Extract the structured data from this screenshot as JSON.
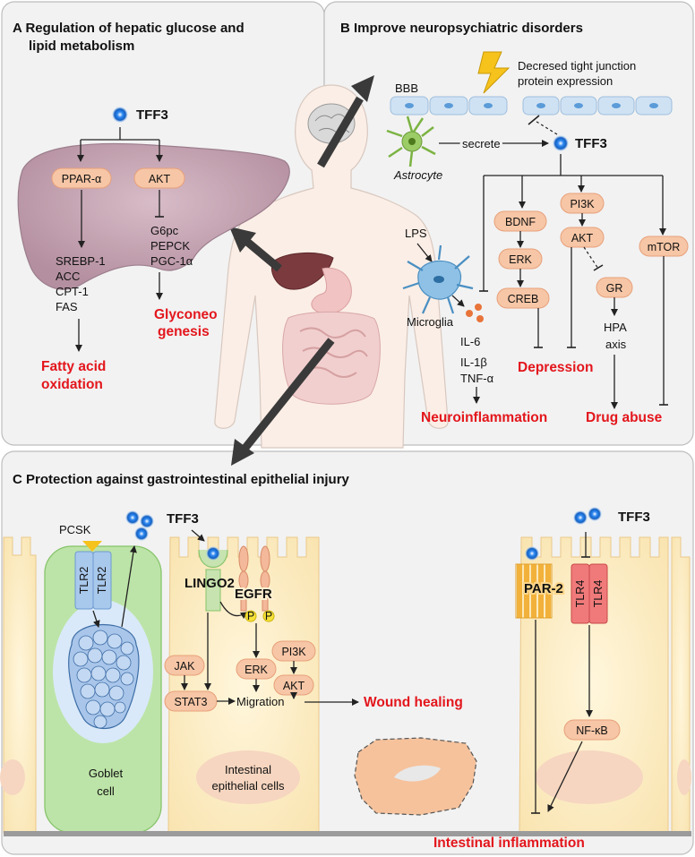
{
  "panelA": {
    "title_line1": "A   Regulation of hepatic glucose and",
    "title_line2": "lipid metabolism",
    "tff3": "TFF3",
    "ppar": "PPAR-α",
    "akt": "AKT",
    "lipid_targets": [
      "SREBP-1",
      "ACC",
      "CPT-1",
      "FAS"
    ],
    "glucose_targets": [
      "G6pc",
      "PEPCK",
      "PGC-1α"
    ],
    "outcome_glucose_1": "Glyconeo",
    "outcome_glucose_2": "genesis",
    "outcome_lipid_1": "Fatty acid",
    "outcome_lipid_2": "oxidation"
  },
  "panelB": {
    "title": "B   Improve neuropsychiatric disorders",
    "bbb": "BBB",
    "tight_junction_1": "Decresed tight junction",
    "tight_junction_2": "protein expression",
    "secrete": "secrete",
    "astrocyte": "Astrocyte",
    "tff3": "TFF3",
    "lps": "LPS",
    "microglia": "Microglia",
    "cytokines": [
      "IL-6",
      "IL-1β",
      "TNF-α"
    ],
    "bdnf": "BDNF",
    "erk": "ERK",
    "creb": "CREB",
    "pi3k": "PI3K",
    "akt": "AKT",
    "gr": "GR",
    "hpa_1": "HPA",
    "hpa_2": "axis",
    "mtor": "mTOR",
    "neuroinflammation": "Neuroinflammation",
    "depression": "Depression",
    "drug_abuse": "Drug abuse"
  },
  "panelC": {
    "title": "C   Protection against gastrointestinal epithelial injury",
    "pcsk": "PCSK",
    "tlr2": "TLR2",
    "tff3_left": "TFF3",
    "lingo2": "LINGO2",
    "egfr": "EGFR",
    "p": "P",
    "jak": "JAK",
    "stat3": "STAT3",
    "erk": "ERK",
    "pi3k": "PI3K",
    "akt": "AKT",
    "migration": "Migration",
    "wound_healing": "Wound healing",
    "goblet_1": "Goblet",
    "goblet_2": "cell",
    "iec_1": "Intestinal",
    "iec_2": "epithelial cells",
    "par2": "PAR-2",
    "tlr4": "TLR4",
    "tff3_right": "TFF3",
    "nfkb": "NF-κB",
    "intestinal_inflammation": "Intestinal inflammation"
  },
  "colors": {
    "outcome_red": "#e3161c",
    "node_fill": "#f6c6a6",
    "panel_bg": "#f2f2f2",
    "cell_fill": "#fdf0d0",
    "tff3_blue": "#1a6fd6"
  }
}
